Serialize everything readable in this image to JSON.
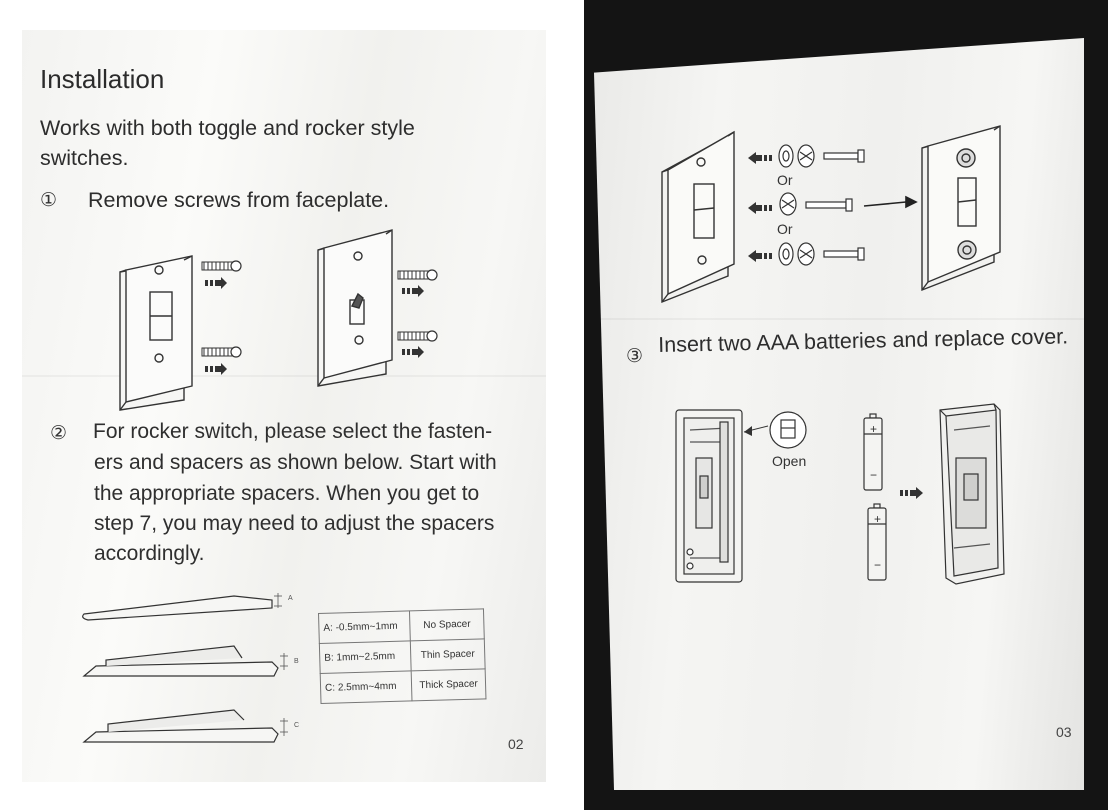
{
  "left_page": {
    "title": "Installation",
    "intro_line1": "Works with both toggle and rocker style",
    "intro_line2": "switches.",
    "step1_num": "①",
    "step1_text": "Remove screws from faceplate.",
    "step2_num": "②",
    "step2_lines": [
      "For rocker switch, please select the fasten-",
      "ers and spacers as shown below. Start with",
      "the appropriate spacers. When you get to",
      "step 7, you may need to adjust the spacers",
      "accordingly."
    ],
    "gap_letters": [
      "A",
      "B",
      "C"
    ],
    "spacer_table": [
      {
        "gap": "A: -0.5mm~1mm",
        "spacer": "No Spacer"
      },
      {
        "gap": "B: 1mm~2.5mm",
        "spacer": "Thin Spacer"
      },
      {
        "gap": "C: 2.5mm~4mm",
        "spacer": "Thick Spacer"
      }
    ],
    "page_number": "02"
  },
  "right_page": {
    "or_labels": [
      "Or",
      "Or"
    ],
    "step3_num": "③",
    "step3_text": "Insert two AAA batteries and replace cover.",
    "open_label": "Open",
    "battery_plus": "+",
    "battery_minus": "−",
    "page_number": "03"
  }
}
